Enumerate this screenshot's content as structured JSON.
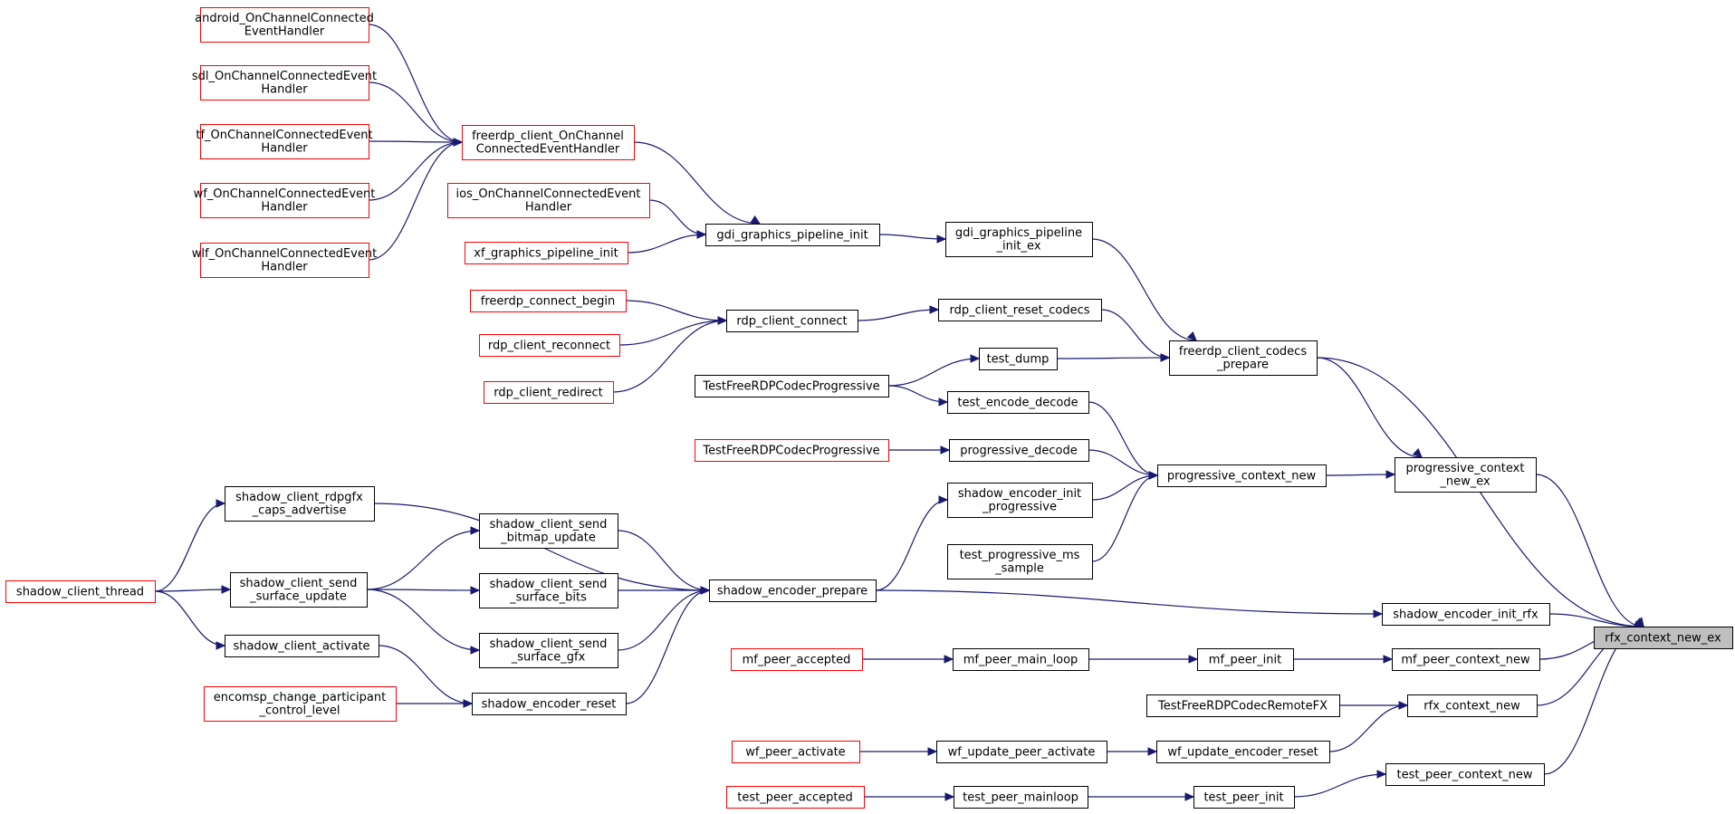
{
  "title": "",
  "colors": {
    "edge": "#191970",
    "border_default": "#000000",
    "border_external": "#ff0000",
    "focus_fill": "#bfbfbf",
    "background": "#ffffff"
  },
  "nodes": [
    {
      "id": "android",
      "lines": [
        "android_OnChannelConnected",
        "EventHandler"
      ],
      "style": "red"
    },
    {
      "id": "sdl",
      "lines": [
        "sdl_OnChannelConnectedEvent",
        "Handler"
      ],
      "style": "red"
    },
    {
      "id": "tf",
      "lines": [
        "tf_OnChannelConnectedEvent",
        "Handler"
      ],
      "style": "red"
    },
    {
      "id": "wf_occ",
      "lines": [
        "wf_OnChannelConnectedEvent",
        "Handler"
      ],
      "style": "red"
    },
    {
      "id": "wlf",
      "lines": [
        "wlf_OnChannelConnectedEvent",
        "Handler"
      ],
      "style": "red"
    },
    {
      "id": "freerdp_occ",
      "lines": [
        "freerdp_client_OnChannel",
        "ConnectedEventHandler"
      ],
      "style": "red"
    },
    {
      "id": "ios",
      "lines": [
        "ios_OnChannelConnectedEvent",
        "Handler"
      ],
      "style": "red"
    },
    {
      "id": "xf_gpi",
      "lines": [
        "xf_graphics_pipeline_init"
      ],
      "style": "red"
    },
    {
      "id": "gdi_gpi",
      "lines": [
        "gdi_graphics_pipeline_init"
      ],
      "style": "normal"
    },
    {
      "id": "gdi_gpi_ex",
      "lines": [
        "gdi_graphics_pipeline",
        "_init_ex"
      ],
      "style": "normal"
    },
    {
      "id": "freerdp_cb",
      "lines": [
        "freerdp_connect_begin"
      ],
      "style": "red"
    },
    {
      "id": "rdp_reconnect",
      "lines": [
        "rdp_client_reconnect"
      ],
      "style": "red"
    },
    {
      "id": "rdp_redirect",
      "lines": [
        "rdp_client_redirect"
      ],
      "style": "red"
    },
    {
      "id": "rdp_connect",
      "lines": [
        "rdp_client_connect"
      ],
      "style": "normal"
    },
    {
      "id": "rdp_reset",
      "lines": [
        "rdp_client_reset_codecs"
      ],
      "style": "normal"
    },
    {
      "id": "tfrcp1",
      "lines": [
        "TestFreeRDPCodecProgressive"
      ],
      "style": "normal"
    },
    {
      "id": "test_dump",
      "lines": [
        "test_dump"
      ],
      "style": "normal"
    },
    {
      "id": "test_encdec",
      "lines": [
        "test_encode_decode"
      ],
      "style": "normal"
    },
    {
      "id": "fcc_prepare",
      "lines": [
        "freerdp_client_codecs",
        "_prepare"
      ],
      "style": "normal"
    },
    {
      "id": "tfrcp2",
      "lines": [
        "TestFreeRDPCodecProgressive"
      ],
      "style": "red"
    },
    {
      "id": "prog_decode",
      "lines": [
        "progressive_decode"
      ],
      "style": "normal"
    },
    {
      "id": "sei_prog",
      "lines": [
        "shadow_encoder_init",
        "_progressive"
      ],
      "style": "normal"
    },
    {
      "id": "tpms",
      "lines": [
        "test_progressive_ms",
        "_sample"
      ],
      "style": "normal"
    },
    {
      "id": "prog_new",
      "lines": [
        "progressive_context_new"
      ],
      "style": "normal"
    },
    {
      "id": "prog_new_ex",
      "lines": [
        "progressive_context",
        "_new_ex"
      ],
      "style": "normal"
    },
    {
      "id": "scrca",
      "lines": [
        "shadow_client_rdpgfx",
        "_caps_advertise"
      ],
      "style": "normal"
    },
    {
      "id": "sct",
      "lines": [
        "shadow_client_thread"
      ],
      "style": "red"
    },
    {
      "id": "scsu",
      "lines": [
        "shadow_client_send",
        "_surface_update"
      ],
      "style": "normal"
    },
    {
      "id": "scsbu",
      "lines": [
        "shadow_client_send",
        "_bitmap_update"
      ],
      "style": "normal"
    },
    {
      "id": "scssb",
      "lines": [
        "shadow_client_send",
        "_surface_bits"
      ],
      "style": "normal"
    },
    {
      "id": "scssg",
      "lines": [
        "shadow_client_send",
        "_surface_gfx"
      ],
      "style": "normal"
    },
    {
      "id": "sca",
      "lines": [
        "shadow_client_activate"
      ],
      "style": "normal"
    },
    {
      "id": "ecpcl",
      "lines": [
        "encomsp_change_participant",
        "_control_level"
      ],
      "style": "red"
    },
    {
      "id": "ser",
      "lines": [
        "shadow_encoder_reset"
      ],
      "style": "normal"
    },
    {
      "id": "sep",
      "lines": [
        "shadow_encoder_prepare"
      ],
      "style": "normal"
    },
    {
      "id": "seir",
      "lines": [
        "shadow_encoder_init_rfx"
      ],
      "style": "normal"
    },
    {
      "id": "rfx_new_ex",
      "lines": [
        "rfx_context_new_ex"
      ],
      "style": "focus"
    },
    {
      "id": "mf_acc",
      "lines": [
        "mf_peer_accepted"
      ],
      "style": "red"
    },
    {
      "id": "mf_ml",
      "lines": [
        "mf_peer_main_loop"
      ],
      "style": "normal"
    },
    {
      "id": "mf_init",
      "lines": [
        "mf_peer_init"
      ],
      "style": "normal"
    },
    {
      "id": "mf_cn",
      "lines": [
        "mf_peer_context_new"
      ],
      "style": "normal"
    },
    {
      "id": "tfrcrfx",
      "lines": [
        "TestFreeRDPCodecRemoteFX"
      ],
      "style": "normal"
    },
    {
      "id": "rfx_new",
      "lines": [
        "rfx_context_new"
      ],
      "style": "normal"
    },
    {
      "id": "wf_act",
      "lines": [
        "wf_peer_activate"
      ],
      "style": "red"
    },
    {
      "id": "wf_upa",
      "lines": [
        "wf_update_peer_activate"
      ],
      "style": "normal"
    },
    {
      "id": "wf_uer",
      "lines": [
        "wf_update_encoder_reset"
      ],
      "style": "normal"
    },
    {
      "id": "tp_acc",
      "lines": [
        "test_peer_accepted"
      ],
      "style": "red"
    },
    {
      "id": "tp_ml",
      "lines": [
        "test_peer_mainloop"
      ],
      "style": "normal"
    },
    {
      "id": "tp_init",
      "lines": [
        "test_peer_init"
      ],
      "style": "normal"
    },
    {
      "id": "tp_cn",
      "lines": [
        "test_peer_context_new"
      ],
      "style": "normal"
    }
  ],
  "edges": [
    [
      "android",
      "freerdp_occ"
    ],
    [
      "sdl",
      "freerdp_occ"
    ],
    [
      "tf",
      "freerdp_occ"
    ],
    [
      "wf_occ",
      "freerdp_occ"
    ],
    [
      "wlf",
      "freerdp_occ"
    ],
    [
      "freerdp_occ",
      "gdi_gpi"
    ],
    [
      "ios",
      "gdi_gpi"
    ],
    [
      "xf_gpi",
      "gdi_gpi"
    ],
    [
      "gdi_gpi",
      "gdi_gpi_ex"
    ],
    [
      "gdi_gpi_ex",
      "fcc_prepare"
    ],
    [
      "freerdp_cb",
      "rdp_connect"
    ],
    [
      "rdp_reconnect",
      "rdp_connect"
    ],
    [
      "rdp_redirect",
      "rdp_connect"
    ],
    [
      "rdp_connect",
      "rdp_reset"
    ],
    [
      "rdp_reset",
      "fcc_prepare"
    ],
    [
      "tfrcp1",
      "test_dump"
    ],
    [
      "tfrcp1",
      "test_encdec"
    ],
    [
      "test_dump",
      "fcc_prepare"
    ],
    [
      "test_encdec",
      "prog_new"
    ],
    [
      "tfrcp2",
      "prog_decode"
    ],
    [
      "prog_decode",
      "prog_new"
    ],
    [
      "sei_prog",
      "prog_new"
    ],
    [
      "tpms",
      "prog_new"
    ],
    [
      "prog_new",
      "prog_new_ex"
    ],
    [
      "fcc_prepare",
      "prog_new_ex"
    ],
    [
      "fcc_prepare",
      "rfx_new_ex"
    ],
    [
      "prog_new_ex",
      "rfx_new_ex"
    ],
    [
      "sct",
      "scrca"
    ],
    [
      "sct",
      "scsu"
    ],
    [
      "sct",
      "sca"
    ],
    [
      "scsu",
      "scsbu"
    ],
    [
      "scsu",
      "scssb"
    ],
    [
      "scsu",
      "scssg"
    ],
    [
      "scrca",
      "sep"
    ],
    [
      "scsbu",
      "sep"
    ],
    [
      "scssb",
      "sep"
    ],
    [
      "scssg",
      "sep"
    ],
    [
      "sca",
      "ser"
    ],
    [
      "ecpcl",
      "ser"
    ],
    [
      "ser",
      "sep"
    ],
    [
      "sep",
      "sei_prog"
    ],
    [
      "sep",
      "seir"
    ],
    [
      "seir",
      "rfx_new_ex"
    ],
    [
      "mf_acc",
      "mf_ml"
    ],
    [
      "mf_ml",
      "mf_init"
    ],
    [
      "mf_init",
      "mf_cn"
    ],
    [
      "mf_cn",
      "rfx_new_ex"
    ],
    [
      "tfrcrfx",
      "rfx_new"
    ],
    [
      "wf_act",
      "wf_upa"
    ],
    [
      "wf_upa",
      "wf_uer"
    ],
    [
      "wf_uer",
      "rfx_new"
    ],
    [
      "rfx_new",
      "rfx_new_ex"
    ],
    [
      "tp_acc",
      "tp_ml"
    ],
    [
      "tp_ml",
      "tp_init"
    ],
    [
      "tp_init",
      "tp_cn"
    ],
    [
      "tp_cn",
      "rfx_new_ex"
    ]
  ]
}
